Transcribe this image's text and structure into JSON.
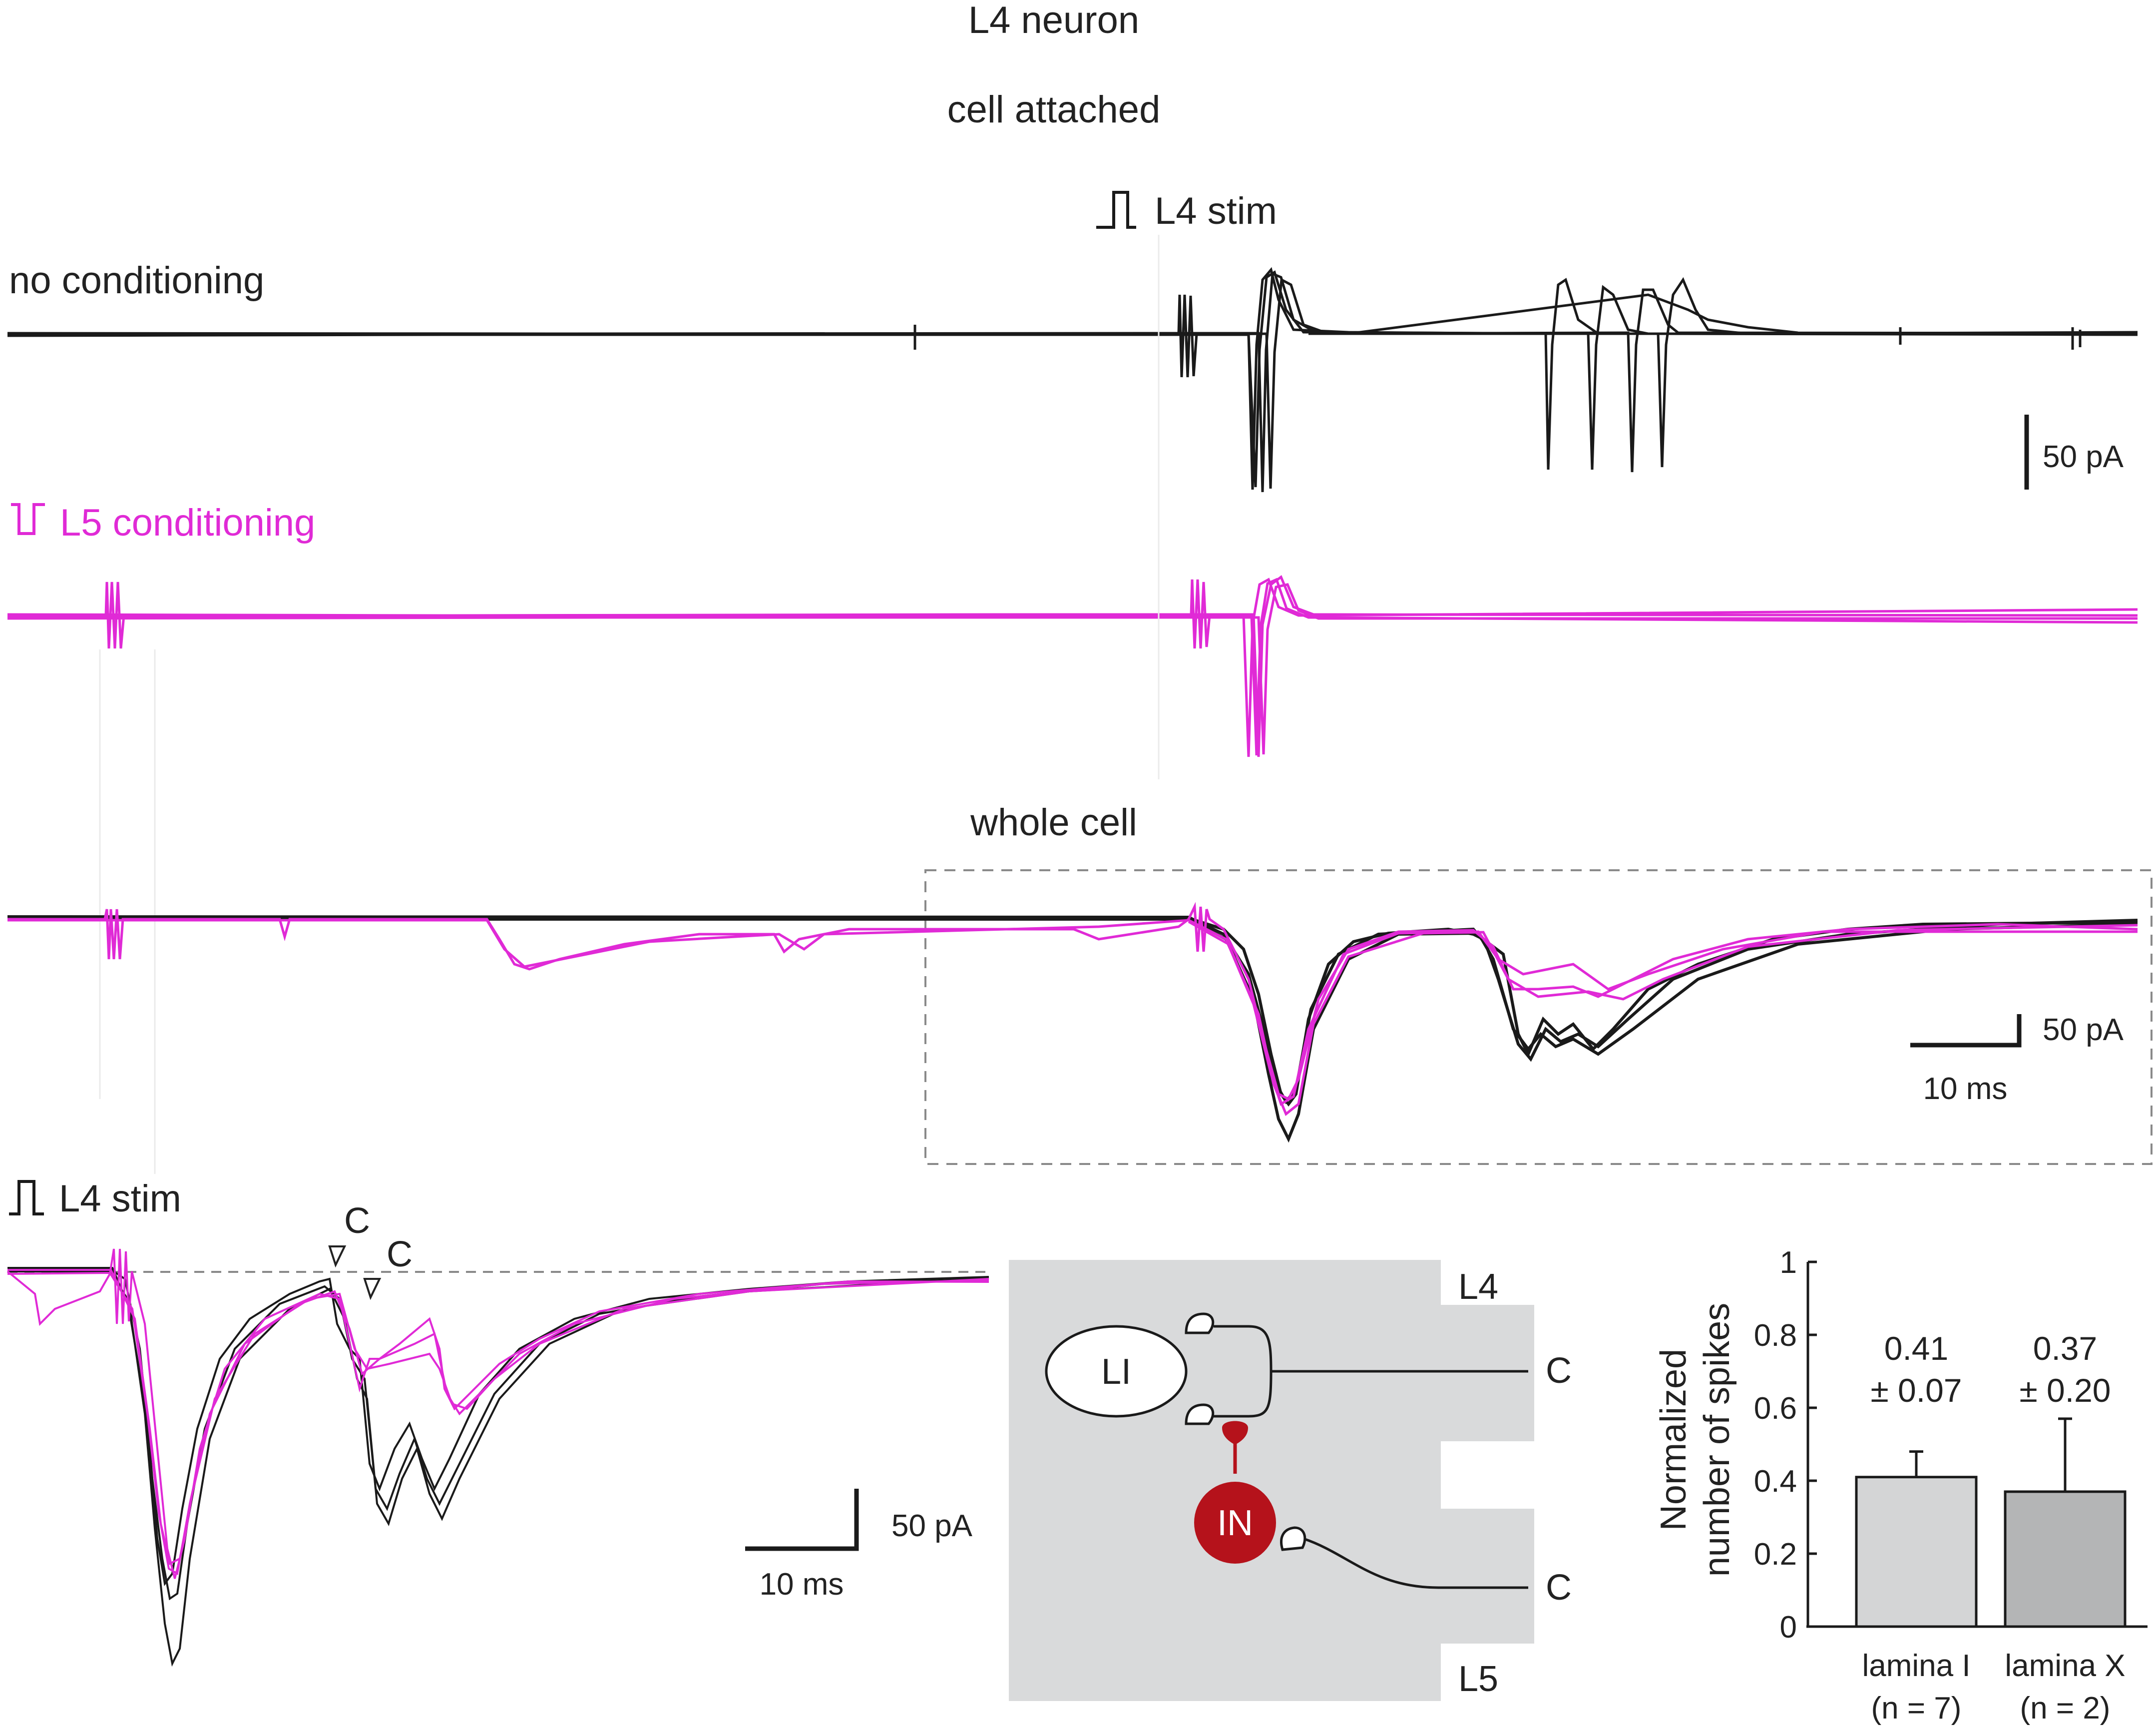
{
  "figure": {
    "title": "L4 neuron",
    "section_cell_attached": "cell attached",
    "section_whole_cell": "whole cell"
  },
  "colors": {
    "control": "#1a1a1a",
    "conditioned": "#e02ad6",
    "interneuron": "#b5121b",
    "diagram_background": "#d9dadb",
    "bar_lamina_I": "#d4d5d6",
    "bar_lamina_X": "#b4b5b6"
  },
  "icons": {
    "l4_stim": "pulse-up-icon",
    "l5_conditioning": "pulse-down-icon",
    "c_fiber_arrival": "open-triangle-arrowhead-icon"
  },
  "traces": {
    "no_conditioning_label": "no conditioning",
    "l4_stim_label": "L4 stim",
    "l5_conditioning_label": "L5 conditioning",
    "scale_50pA": "50 pA",
    "scale_10ms": "10 ms",
    "c_label": "C"
  },
  "diagram": {
    "LI": "LI",
    "IN": "IN",
    "L4": "L4",
    "L5": "L5",
    "C_upper": "C",
    "C_lower": "C"
  },
  "chart_data": {
    "type": "bar",
    "ylabel_line1": "Normalized",
    "ylabel_line2": "number of spikes",
    "ylim": [
      0,
      1
    ],
    "yticks": [
      "0",
      "0.2",
      "0.4",
      "0.6",
      "0.8",
      "1"
    ],
    "categories": [
      {
        "name": "lamina I",
        "n": "(n = 7)",
        "value": 0.41,
        "error": 0.07,
        "label_mean": "0.41",
        "label_sem": "± 0.07"
      },
      {
        "name": "lamina X",
        "n": "(n = 2)",
        "value": 0.37,
        "error": 0.2,
        "label_mean": "0.37",
        "label_sem": "± 0.20"
      }
    ]
  }
}
